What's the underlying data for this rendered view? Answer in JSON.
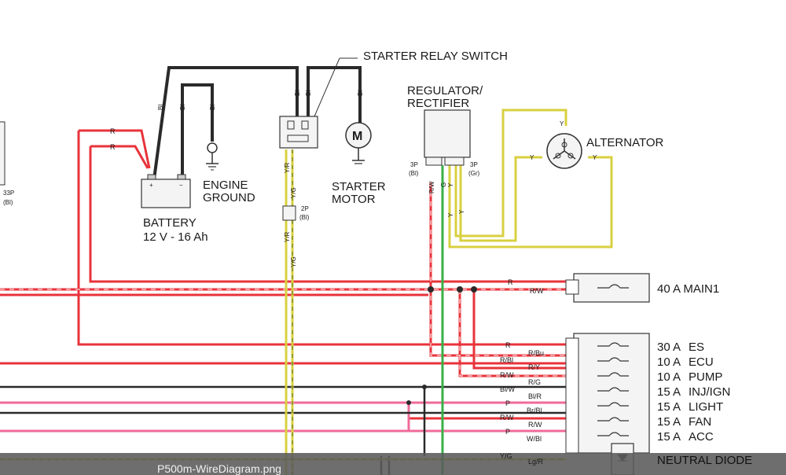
{
  "labels": {
    "starter_relay_switch": "STARTER RELAY SWITCH",
    "regulator_line1": "REGULATOR/",
    "regulator_line2": "RECTIFIER",
    "alternator": "ALTERNATOR",
    "engine_ground_line1": "ENGINE",
    "engine_ground_line2": "GROUND",
    "starter_motor_line1": "STARTER",
    "starter_motor_line2": "MOTOR",
    "motor_symbol": "M",
    "battery": "BATTERY",
    "battery_spec": "12 V - 16 Ah",
    "main_fuse": "40 A MAIN1",
    "neutral_diode": "NEUTRAL DIODE",
    "connector_33p": "33P",
    "connector_33p_color": "(Bl)",
    "connector_2p": "2P",
    "connector_2p_color": "(Bl)",
    "connector_3p_left": "3P",
    "connector_3p_left_color": "(Bl)",
    "connector_3p_right": "3P",
    "connector_3p_right_color": "(Gr)"
  },
  "fuses": [
    {
      "rating": "30 A",
      "name": "ES"
    },
    {
      "rating": "10 A",
      "name": "ECU"
    },
    {
      "rating": "10 A",
      "name": "PUMP"
    },
    {
      "rating": "15 A",
      "name": "INJ/IGN"
    },
    {
      "rating": "15 A",
      "name": "LIGHT"
    },
    {
      "rating": "15 A",
      "name": "FAN"
    },
    {
      "rating": "15 A",
      "name": "ACC"
    }
  ],
  "wire_codes": {
    "red": "R",
    "black": "Bl",
    "yellow_red": "Y/R",
    "yellow_green": "Y/G",
    "red_white": "R/W",
    "green": "G",
    "yellow": "Y",
    "red_blue": "R/Bu",
    "red_black": "R/Bl",
    "red_yellow": "R/Y",
    "red_green": "R/G",
    "black_white": "Bl/W",
    "black_red": "Bl/R",
    "pink": "P",
    "brown_black": "Br/Bl",
    "white_black": "W/Bl",
    "light_green_red": "Lg/R"
  },
  "colors": {
    "red_wire": "#e8333b",
    "pink_wire": "#f06a9a",
    "black_wire": "#2a2a2a",
    "yellow_wire": "#d8d040",
    "green_wire": "#38b048",
    "component_fill": "#f4f4f4"
  },
  "caption": "P500m-WireDiagram.png"
}
